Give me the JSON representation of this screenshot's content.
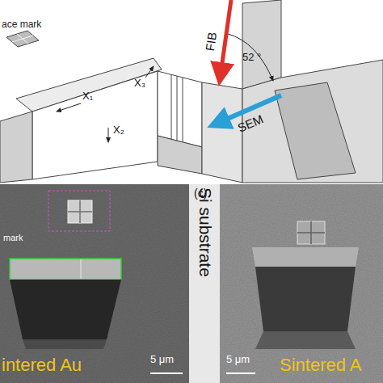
{
  "diagram": {
    "labels": [
      "ace mark",
      "FIB",
      "52 °",
      "SEM",
      "X₁",
      "X₃",
      "X₂",
      "mark",
      "Si substrate",
      "5 μm",
      "intered Au",
      "(c)",
      "5 μm",
      "Sintered A"
    ]
  }
}
